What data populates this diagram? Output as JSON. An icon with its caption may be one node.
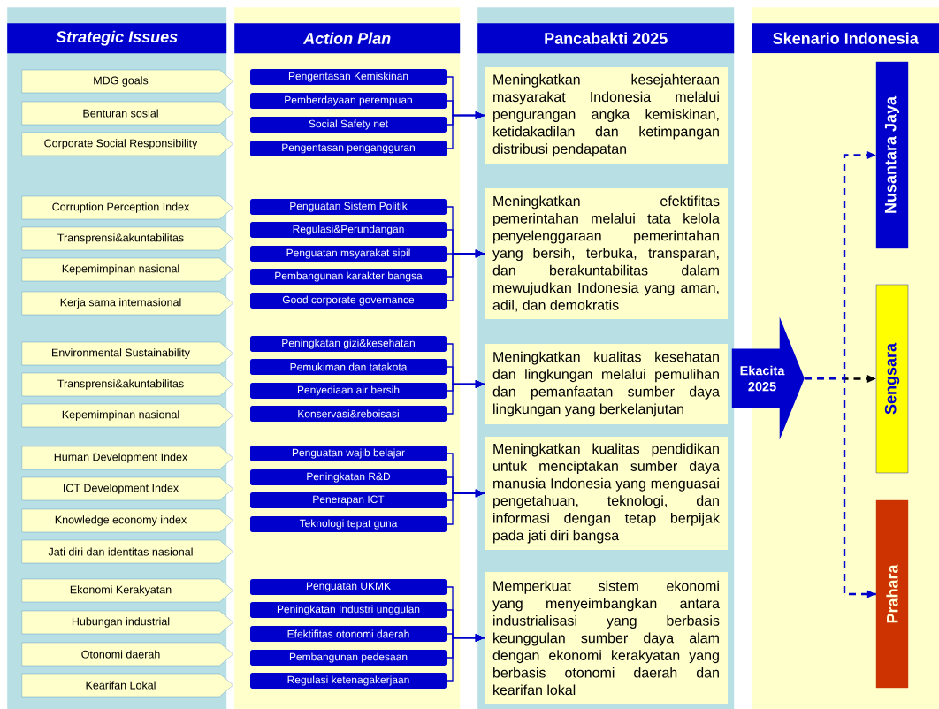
{
  "diagram": {
    "nodes": [
      {
        "text": [
          "Strategic Issues"
        ]
      },
      {
        "text": [
          "MDG goals"
        ],
        "in": 0
      },
      {
        "text": [
          "Benturan sosial"
        ],
        "in": 0
      },
      {
        "text": [
          "Corporate Social Responsibility"
        ],
        "in": 0
      },
      {
        "text": [
          "Corruption Perception Index"
        ],
        "in": 0
      },
      {
        "text": [
          "Transprensi&akuntabilitas"
        ],
        "in": 0
      },
      {
        "text": [
          "Kepemimpinan nasional"
        ],
        "in": 0
      },
      {
        "text": [
          "Kerja sama internasional"
        ],
        "in": 0
      },
      {
        "text": [
          "Environmental Sustainability"
        ],
        "in": 0
      },
      {
        "text": [
          "Transprensi&akuntabilitas"
        ],
        "in": 0
      },
      {
        "text": [
          "Kepemimpinan nasional"
        ],
        "in": 0
      },
      {
        "text": [
          "Human Development Index"
        ],
        "in": 0
      },
      {
        "text": [
          "ICT Development Index"
        ],
        "in": 0
      },
      {
        "text": [
          "Knowledge economy index"
        ],
        "in": 0
      },
      {
        "text": [
          "Jati diri dan identitas nasional"
        ],
        "in": 0
      },
      {
        "text": [
          "Ekonomi Kerakyatan"
        ],
        "in": 0
      },
      {
        "text": [
          "Hubungan industrial"
        ],
        "in": 0
      },
      {
        "text": [
          "Otonomi daerah"
        ],
        "in": 0
      },
      {
        "text": [
          "Kearifan Lokal"
        ],
        "in": 0
      },
      {
        "text": [
          "Action Plan"
        ]
      },
      {
        "text": [
          "Pengentasan Kemiskinan"
        ],
        "in": 19
      },
      {
        "text": [
          "Pemberdayaan perempuan"
        ],
        "in": 19
      },
      {
        "text": [
          "Social Safety net"
        ],
        "in": 19
      },
      {
        "text": [
          "Pengentasan pengangguran"
        ],
        "in": 19
      },
      {
        "text": [
          "Penguatan Sistem Politik"
        ],
        "in": 19
      },
      {
        "text": [
          "Regulasi&Perundangan"
        ],
        "in": 19
      },
      {
        "text": [
          "Penguatan msyarakat sipil"
        ],
        "in": 19
      },
      {
        "text": [
          "Pembangunan karakter bangsa"
        ],
        "in": 19
      },
      {
        "text": [
          "Good corporate governance"
        ],
        "in": 19
      },
      {
        "text": [
          "Peningkatan gizi&kesehatan"
        ],
        "in": 19
      },
      {
        "text": [
          "Pemukiman dan tatakota"
        ],
        "in": 19
      },
      {
        "text": [
          "Penyediaan air bersih"
        ],
        "in": 19
      },
      {
        "text": [
          "Konservasi&reboisasi"
        ],
        "in": 19
      },
      {
        "text": [
          "Penguatan wajib belajar"
        ],
        "in": 19
      },
      {
        "text": [
          "Peningkatan R&D"
        ],
        "in": 19
      },
      {
        "text": [
          "Penerapan ICT"
        ],
        "in": 19
      },
      {
        "text": [
          "Teknologi tepat guna"
        ],
        "in": 19
      },
      {
        "text": [
          "Penguatan UKMK"
        ],
        "in": 19
      },
      {
        "text": [
          "Peningkatan Industri unggulan"
        ],
        "in": 19
      },
      {
        "text": [
          "Efektifitas otonomi daerah"
        ],
        "in": 19
      },
      {
        "text": [
          "Pembangunan pedesaan"
        ],
        "in": 19
      },
      {
        "text": [
          "Regulasi ketenagakerjaan"
        ],
        "in": 19
      },
      {
        "text": [
          "Pancabakti 2025"
        ]
      },
      {
        "text": [
          "Meningkatkan kesejahteraan masyarakat Indonesia melalui pengurangan angka kemiskinan, ketidakadilan dan ketimpangan distribusi pendapatan"
        ],
        "in": 42
      },
      {
        "text": [
          "Meningkatkan efektifitas pemerintahan melalui tata kelola penyelenggaraan pemerintahan yang bersih, terbuka, transparan, dan berakuntabilitas dalam mewujudkan Indonesia yang aman, adil, dan demokratis"
        ],
        "in": 42
      },
      {
        "text": [
          "Meningkatkan kualitas kesehatan dan lingkungan melalui pemulihan dan pemanfaatan sumber daya lingkungan yang berkelanjutan"
        ],
        "in": 42
      },
      {
        "text": [
          "Meningkatkan kualitas pendidikan untuk menciptakan sumber daya manusia Indonesia yang menguasai pengetahuan, teknologi, dan informasi dengan tetap berpijak pada jati diri bangsa"
        ],
        "in": 42
      },
      {
        "text": [
          "Memperkuat sistem ekonomi yang menyeimbangkan antara industrialisasi yang berbasis keunggulan sumber daya alam dengan ekonomi kerakyatan yang berbasis otonomi daerah dan kearifan lokal"
        ],
        "in": 42
      },
      {
        "text": [
          "Skenario Indonesia"
        ]
      },
      {
        "text": [
          "Ekacita 2025"
        ]
      },
      {
        "text": [
          "Nusantara Jaya"
        ],
        "in": 48
      },
      {
        "text": [
          "Sengsara"
        ],
        "in": 48
      },
      {
        "text": [
          "Prahara"
        ],
        "in": 48
      }
    ],
    "edges": [
      {
        "from": 20,
        "to": 43,
        "arrow": "to"
      },
      {
        "from": 21,
        "to": 43,
        "arrow": "to"
      },
      {
        "from": 22,
        "to": 43,
        "arrow": "to"
      },
      {
        "from": 23,
        "to": 43,
        "arrow": "to"
      },
      {
        "from": 24,
        "to": 44,
        "arrow": "to"
      },
      {
        "from": 25,
        "to": 44,
        "arrow": "to"
      },
      {
        "from": 26,
        "to": 44,
        "arrow": "to"
      },
      {
        "from": 27,
        "to": 44,
        "arrow": "to"
      },
      {
        "from": 28,
        "to": 44,
        "arrow": "to"
      },
      {
        "from": 29,
        "to": 45,
        "arrow": "to"
      },
      {
        "from": 30,
        "to": 45,
        "arrow": "to"
      },
      {
        "from": 31,
        "to": 45,
        "arrow": "to"
      },
      {
        "from": 32,
        "to": 45,
        "arrow": "to"
      },
      {
        "from": 33,
        "to": 46,
        "arrow": "to"
      },
      {
        "from": 34,
        "to": 46,
        "arrow": "to"
      },
      {
        "from": 35,
        "to": 46,
        "arrow": "to"
      },
      {
        "from": 36,
        "to": 46,
        "arrow": "to"
      },
      {
        "from": 37,
        "to": 47,
        "arrow": "to"
      },
      {
        "from": 38,
        "to": 47,
        "arrow": "to"
      },
      {
        "from": 39,
        "to": 47,
        "arrow": "to"
      },
      {
        "from": 40,
        "to": 47,
        "arrow": "to"
      },
      {
        "from": 41,
        "to": 47,
        "arrow": "to"
      },
      {
        "from": 49,
        "to": 50,
        "arrow": "to",
        "style": "dashed"
      },
      {
        "from": 49,
        "to": 51,
        "arrow": "to",
        "style": "dashed",
        "color": "#000000"
      },
      {
        "from": 49,
        "to": 52,
        "arrow": "to",
        "style": "dashed"
      }
    ]
  }
}
